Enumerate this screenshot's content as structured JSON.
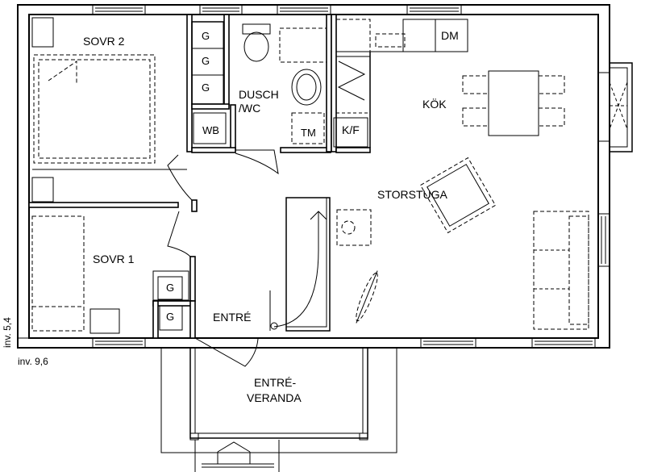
{
  "rooms": {
    "sovr2": "SOVR 2",
    "sovr1": "SOVR 1",
    "dusch_line1": "DUSCH",
    "dusch_line2": "/WC",
    "kok": "KÖK",
    "storstuga": "STORSTUGA",
    "entre": "ENTRÉ",
    "veranda_line1": "ENTRÉ-",
    "veranda_line2": "VERANDA"
  },
  "fixtures": {
    "g": "G",
    "wb": "WB",
    "tm": "TM",
    "kf": "K/F",
    "dm": "DM"
  },
  "dimensions": {
    "height": "inv. 5,4",
    "width": "inv. 9,6"
  }
}
